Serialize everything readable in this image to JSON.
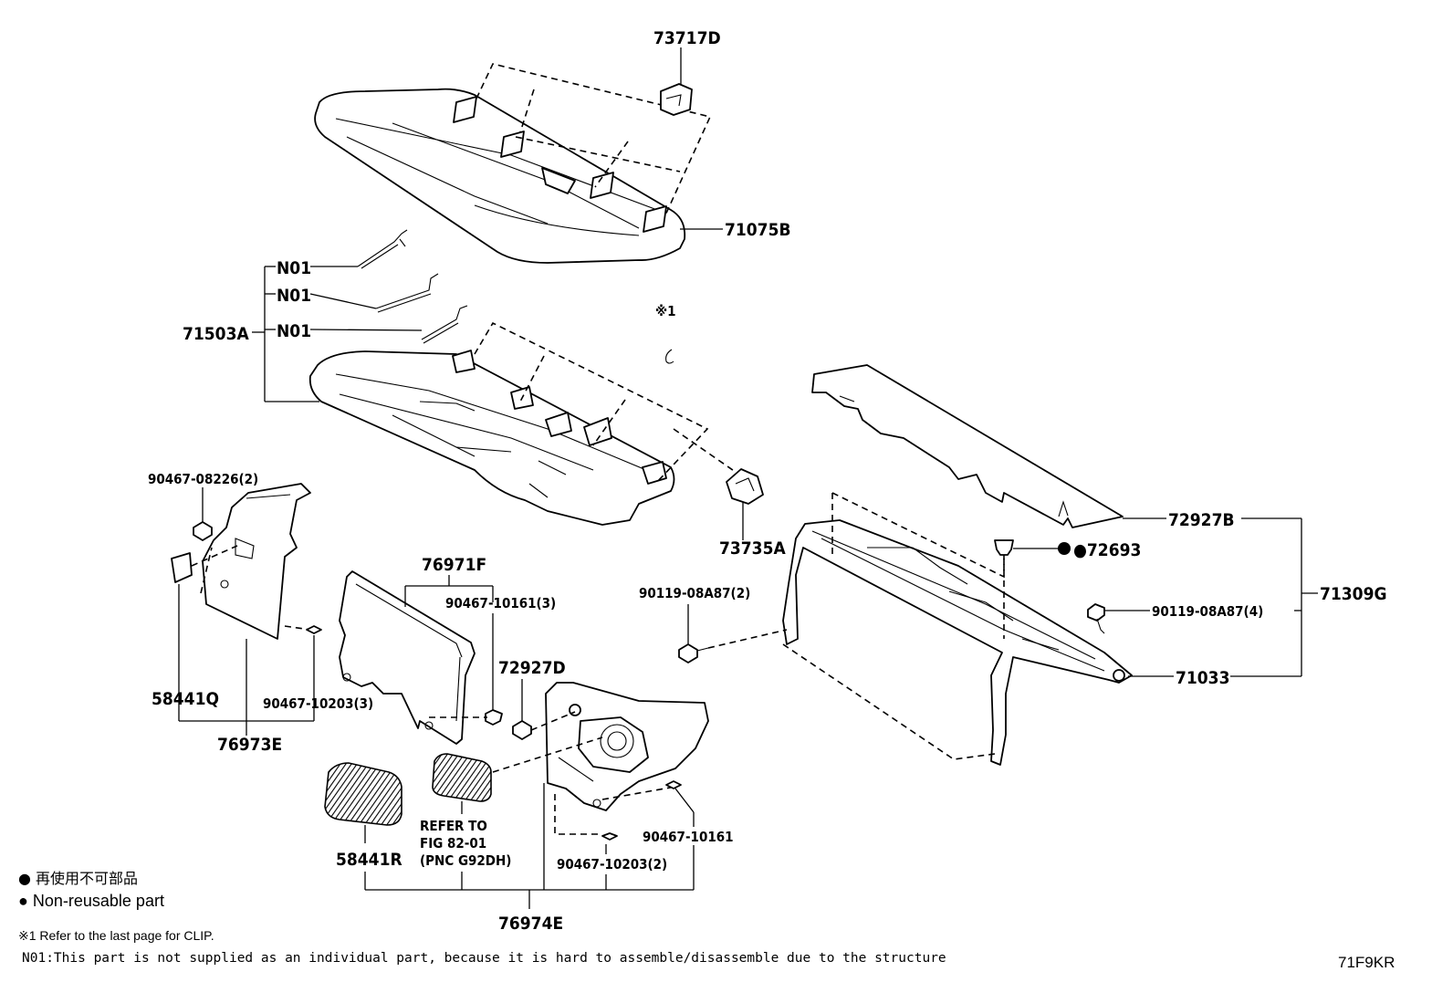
{
  "callouts": {
    "c73717D": "73717D",
    "c71075B": "71075B",
    "cN01a": "N01",
    "cN01b": "N01",
    "cN01c": "N01",
    "c71503A": "71503A",
    "cRef1": "※1",
    "c90467_08226": "90467-08226(2)",
    "c73735A": "73735A",
    "c72927B": "72927B",
    "c72693": "●72693",
    "c71309G": "71309G",
    "c90119_08A87_2": "90119-08A87(2)",
    "c90119_08A87_4": "90119-08A87(4)",
    "c71033": "71033",
    "c76971F": "76971F",
    "c90467_10161_3": "90467-10161(3)",
    "c72927D": "72927D",
    "c58441Q": "58441Q",
    "c90467_10203_3": "90467-10203(3)",
    "c76973E": "76973E",
    "c58441R": "58441R",
    "c90467_10161": "90467-10161",
    "c90467_10203_2": "90467-10203(2)",
    "c76974E": "76974E"
  },
  "refer": {
    "line1": "REFER TO",
    "line2": "FIG 82-01",
    "line3": "(PNC G92DH)"
  },
  "legend": {
    "jp": "● 再使用不可部品",
    "en": "● Non-reusable part"
  },
  "notes": {
    "clip": "※1 Refer to the last page for CLIP.",
    "n01": "N01:This part is not supplied as an individual part, because it is hard to assemble/disassemble due to the structure"
  },
  "figure_id": "71F9KR"
}
